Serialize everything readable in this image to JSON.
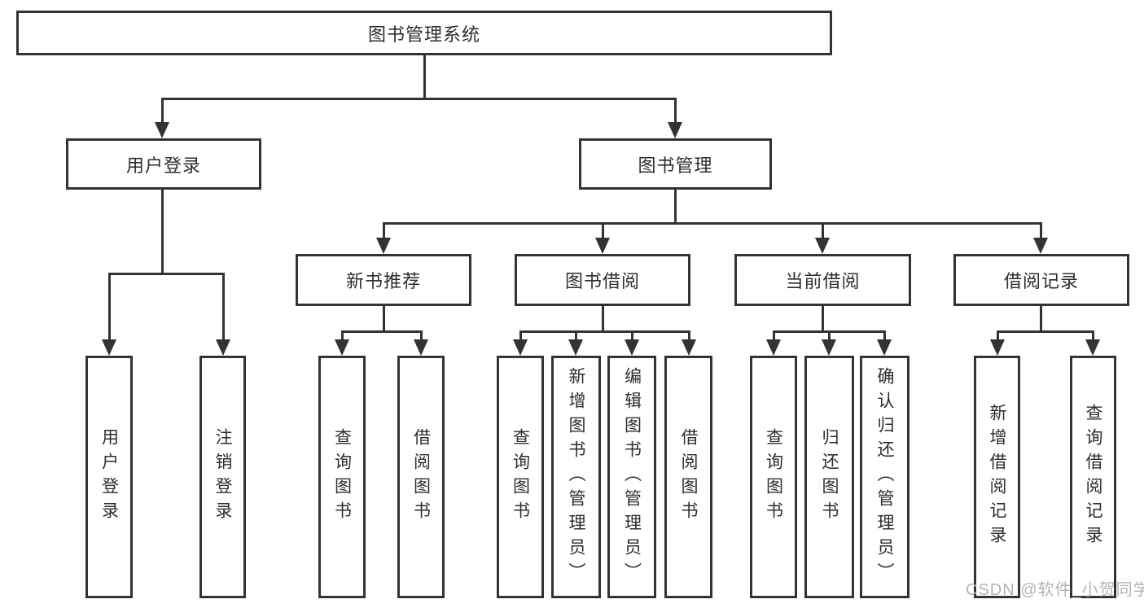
{
  "diagram": {
    "title": "图书管理系统",
    "root": {
      "label": "图书管理系统"
    },
    "branches": [
      {
        "label": "用户登录"
      },
      {
        "label": "图书管理"
      }
    ],
    "modules": [
      {
        "label": "新书推荐"
      },
      {
        "label": "图书借阅"
      },
      {
        "label": "当前借阅"
      },
      {
        "label": "借阅记录"
      }
    ],
    "leaves": [
      {
        "label": "用户登录"
      },
      {
        "label": "注销登录"
      },
      {
        "label": "查询图书"
      },
      {
        "label": "借阅图书"
      },
      {
        "label": "查询图书"
      },
      {
        "label": "新增图书（管理员）"
      },
      {
        "label": "编辑图书（管理员）"
      },
      {
        "label": "借阅图书"
      },
      {
        "label": "查询图书"
      },
      {
        "label": "归还图书"
      },
      {
        "label": "确认归还（管理员）"
      },
      {
        "label": "新增借阅记录"
      },
      {
        "label": "查询借阅记录"
      }
    ]
  },
  "watermark": "CSDN @软件_小贺同学",
  "colors": {
    "line": "#333333",
    "text": "#2d2d2d",
    "watermark": "#b4b4b4",
    "background": "#ffffff"
  }
}
